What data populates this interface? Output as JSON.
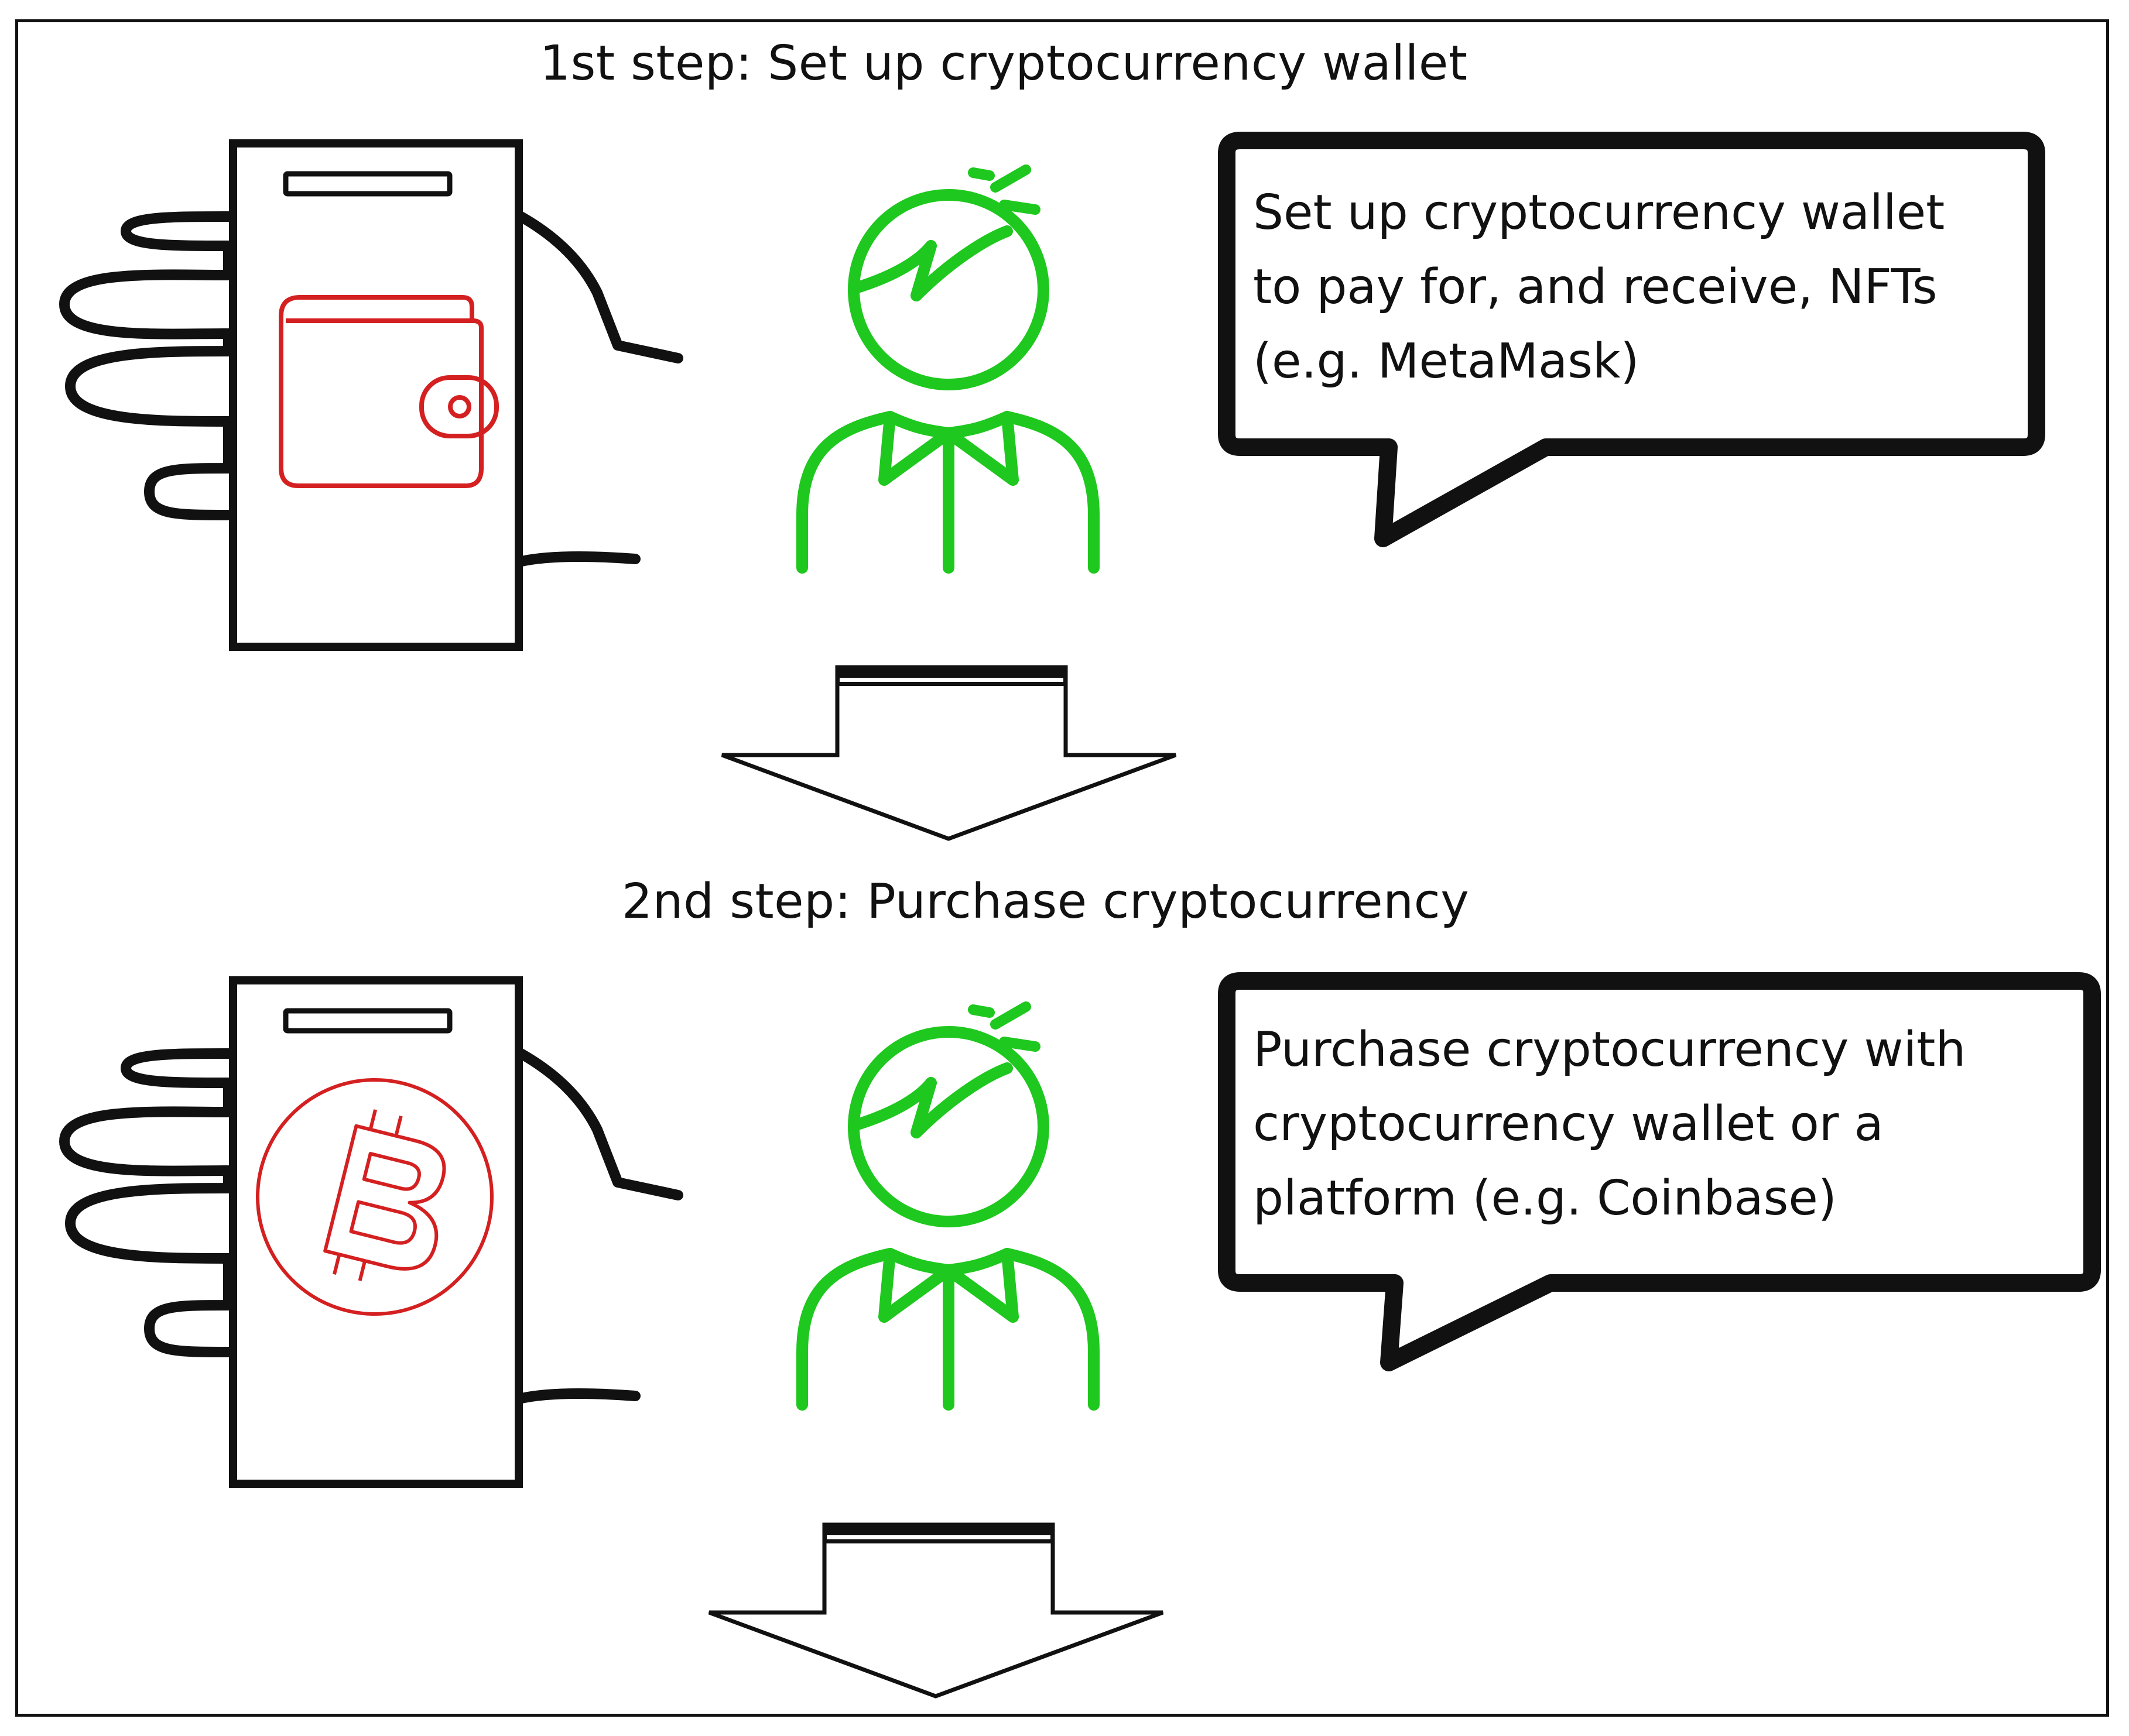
{
  "steps": [
    {
      "title": "1st step: Set up cryptocurrency wallet",
      "bubble_text": "Set up cryptocurrency wallet\nto pay for, and receive, NFTs\n(e.g. MetaMask)",
      "phone_icon": "wallet-icon"
    },
    {
      "title": "2nd step: Purchase cryptocurrency",
      "bubble_text": "Purchase cryptocurrency with\ncryptocurrency wallet or a\nplatform (e.g. Coinbase)",
      "phone_icon": "bitcoin-icon"
    }
  ],
  "colors": {
    "person": "#1ec81e",
    "phone_icon": "#d42020",
    "outline": "#111111"
  }
}
